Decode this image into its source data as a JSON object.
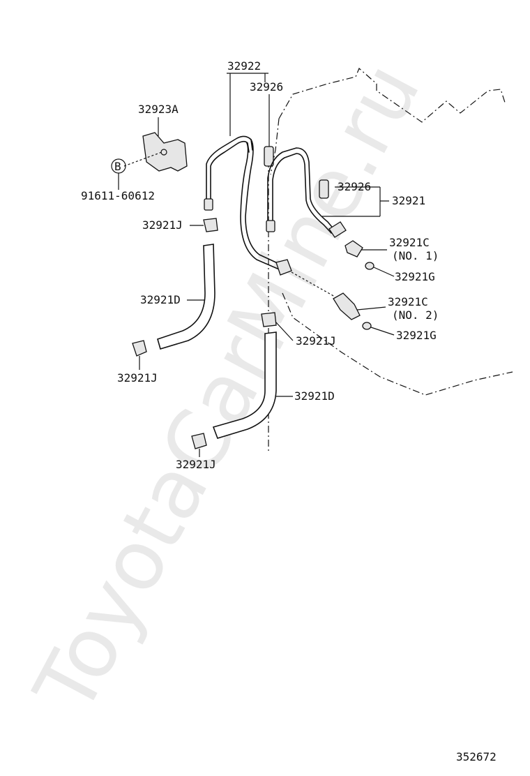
{
  "watermark": "ToyotaCarMine.ru",
  "diagram_id": "352672",
  "callouts": {
    "c32922": "32922",
    "c32926_top": "32926",
    "c32923A": "32923A",
    "bolt_marker": "B",
    "c91611": "91611-60612",
    "c32926_right": "32926",
    "c32921": "32921",
    "c32921J_1": "32921J",
    "c32921C_1": "32921C",
    "c32921C_1_sub": "(NO. 1)",
    "c32921G_1": "32921G",
    "c32921D_1": "32921D",
    "c32921C_2": "32921C",
    "c32921C_2_sub": "(NO. 2)",
    "c32921J_2": "32921J",
    "c32921G_2": "32921G",
    "c32921J_3": "32921J",
    "c32921D_2": "32921D",
    "c32921J_4": "32921J"
  }
}
